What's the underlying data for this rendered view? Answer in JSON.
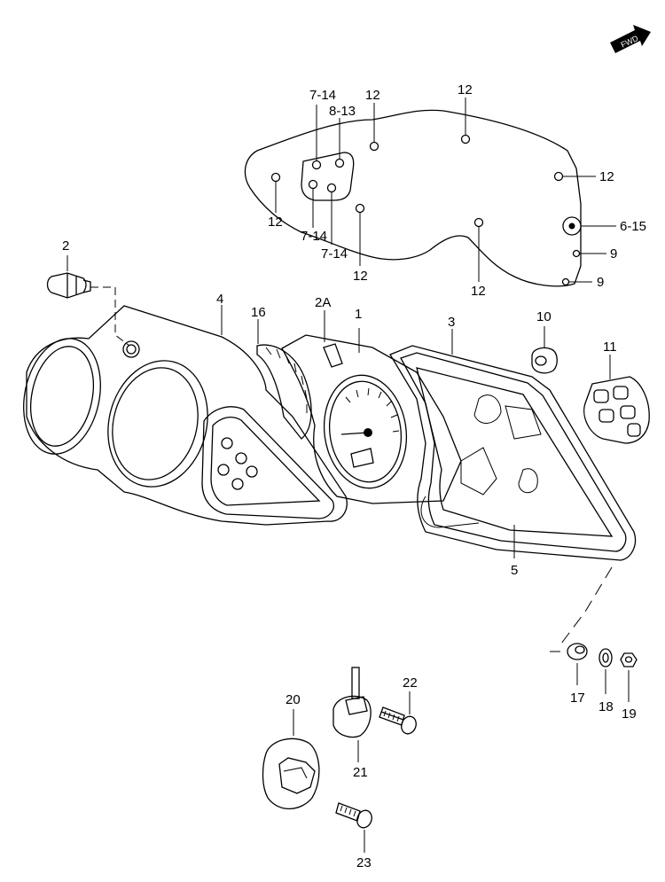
{
  "fwd_badge": "FWD",
  "callouts": {
    "c1": "1",
    "c2": "2",
    "c2a": "2A",
    "c3": "3",
    "c4": "4",
    "c5": "5",
    "c6_15": "6-15",
    "c7_14_top": "7-14",
    "c7_14_a": "7-14",
    "c7_14_b": "7-14",
    "c8_13": "8-13",
    "c9_a": "9",
    "c9_b": "9",
    "c10": "10",
    "c11": "11",
    "c12_a": "12",
    "c12_b": "12",
    "c12_c": "12",
    "c12_d": "12",
    "c12_e": "12",
    "c12_f": "12",
    "c16": "16",
    "c17": "17",
    "c18": "18",
    "c19": "19",
    "c20": "20",
    "c21": "21",
    "c22": "22",
    "c23": "23"
  }
}
